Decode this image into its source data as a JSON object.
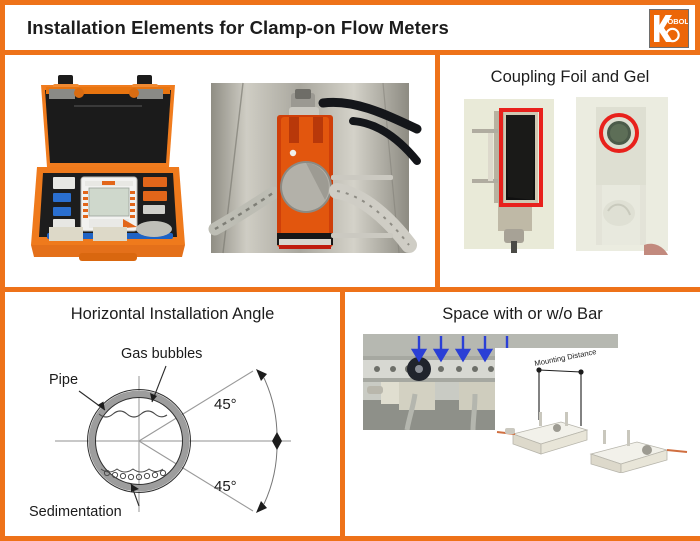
{
  "page": {
    "title": "Installation Elements for Clamp-on Flow Meters",
    "accent_color": "#ee7219",
    "background_color": "#ffffff",
    "text_color": "#1c1c1c"
  },
  "logo": {
    "name": "kobold-logo",
    "letter": "K",
    "wordmark": "OBOLD",
    "background_color": "#ec6608",
    "mark_color": "#ffffff"
  },
  "panels": {
    "top_left": {
      "title": "",
      "photos": [
        {
          "name": "carrying-case-photo",
          "caption": "Orange transport case with portable clamp-on flow meter and accessories"
        },
        {
          "name": "clamp-on-sensor-photo",
          "caption": "Orange clamp-on transducer mounted on a steel pipe with chain fixture"
        }
      ]
    },
    "top_right": {
      "title": "Coupling Foil and Gel",
      "photos": [
        {
          "name": "coupling-foil-photo",
          "caption": "Transducer with black coupling foil highlighted",
          "highlight": "rectangle",
          "highlight_color": "#e8211c"
        },
        {
          "name": "coupling-gel-photo",
          "caption": "Transducer with coupling gel spot highlighted",
          "highlight": "circle",
          "highlight_color": "#e8211c"
        }
      ]
    },
    "bottom_left": {
      "title": "Horizontal Installation Angle",
      "diagram": {
        "name": "pipe-cross-section-diagram",
        "labels": {
          "pipe": "Pipe",
          "gas_bubbles": "Gas bubbles",
          "sedimentation": "Sedimentation",
          "angle_upper": "45°",
          "angle_lower": "45°"
        }
      }
    },
    "bottom_right": {
      "title": "Space with or w/o Bar",
      "photos": [
        {
          "name": "mounting-rail-photo",
          "caption": "Mounting rail with two transducers, five blue arrows marking hole spacing",
          "arrow_count": 5,
          "arrow_color": "#2a3fd6"
        }
      ],
      "diagram": {
        "name": "mounting-distance-diagram",
        "label": "Mounting Distance"
      }
    }
  }
}
